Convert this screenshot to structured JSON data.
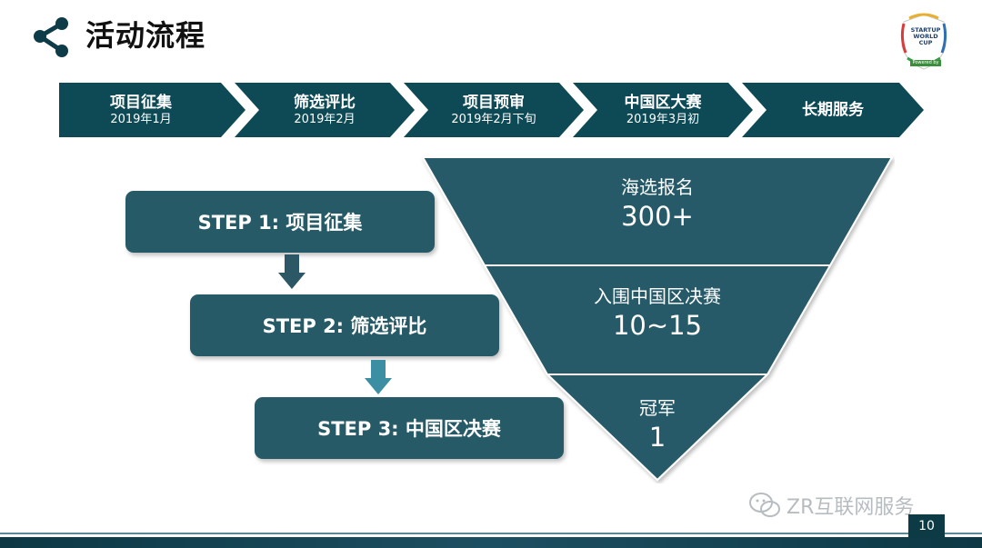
{
  "page": {
    "title": "活动流程",
    "page_number": "10",
    "watermark": "ZR互联网服务"
  },
  "logo": {
    "lines": [
      "STARTUP",
      "WORLD CUP"
    ],
    "band": "Powered by"
  },
  "timeline": [
    {
      "label": "项目征集",
      "date": "2019年1月"
    },
    {
      "label": "筛选评比",
      "date": "2019年2月"
    },
    {
      "label": "项目预审",
      "date": "2019年2月下旬"
    },
    {
      "label": "中国区大赛",
      "date": "2019年3月初"
    },
    {
      "label": "长期服务",
      "date": ""
    }
  ],
  "steps": [
    {
      "label": "STEP 1: 项目征集"
    },
    {
      "label": "STEP 2: 筛选评比"
    },
    {
      "label": "STEP 3: 中国区决赛"
    }
  ],
  "funnel": [
    {
      "label": "海选报名",
      "value": "300+"
    },
    {
      "label": "入围中国区决赛",
      "value": "10~15"
    },
    {
      "label": "冠军",
      "value": "1"
    }
  ],
  "colors": {
    "chevron": "#0e4a56",
    "step": "#265a67",
    "funnel": "#265a67",
    "arrow_dark": "#2c5866",
    "arrow_light": "#3c8fa3"
  }
}
